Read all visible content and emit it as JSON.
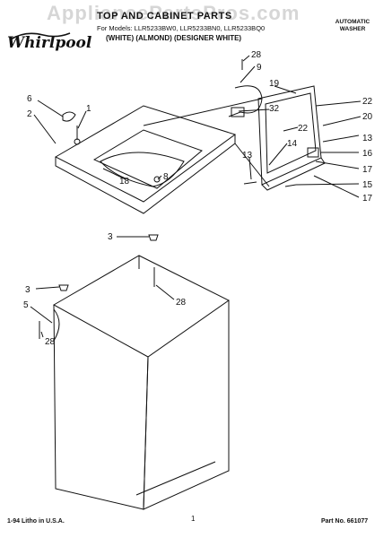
{
  "watermark": "AppliancePartsPros.com",
  "header": {
    "title": "TOP AND CABINET PARTS",
    "models": "For Models: LLR5233BW0, LLR5233BN0, LLR5233BQ0",
    "colors": "(WHITE)   (ALMOND) (DESIGNER WHITE)",
    "product_line1": "AUTOMATIC",
    "product_line2": "WASHER",
    "brand": "Whirlpool"
  },
  "callouts": {
    "c28a": "28",
    "c9": "9",
    "c19": "19",
    "c22a": "22",
    "c20": "20",
    "c6": "6",
    "c1": "1",
    "c2": "2",
    "c32": "32",
    "c22b": "22",
    "c14": "14",
    "c13a": "13",
    "c16": "16",
    "c13b": "13",
    "c17a": "17",
    "c18": "18",
    "c8": "8",
    "c15": "15",
    "c17b": "17",
    "c3a": "3",
    "c28b": "28",
    "c3b": "3",
    "c5": "5",
    "c28c": "28"
  },
  "footer": {
    "litho": "1-94 Litho in U.S.A.",
    "page": "1",
    "part_no": "Part No. 661077"
  }
}
